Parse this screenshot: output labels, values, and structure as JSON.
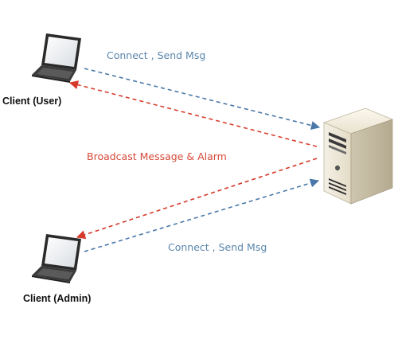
{
  "nodes": {
    "client_user": {
      "label": "Client (User)",
      "icon": "laptop-icon"
    },
    "client_admin": {
      "label": "Client (Admin)",
      "icon": "laptop-icon"
    },
    "server": {
      "icon": "server-icon"
    }
  },
  "edges": {
    "user_to_server": {
      "label": "Connect , Send Msg",
      "color": "#4a78a8",
      "style": "dashed"
    },
    "server_broadcast": {
      "label": "Broadcast Message & Alarm",
      "color": "#d63a2a",
      "style": "dashed"
    },
    "admin_to_server": {
      "label": "Connect , Send Msg",
      "color": "#4a78a8",
      "style": "dashed"
    }
  },
  "colors": {
    "request": "#4a78a8",
    "broadcast": "#d63a2a",
    "label_request": "#5b86ad",
    "label_broadcast": "#d64a3a"
  }
}
